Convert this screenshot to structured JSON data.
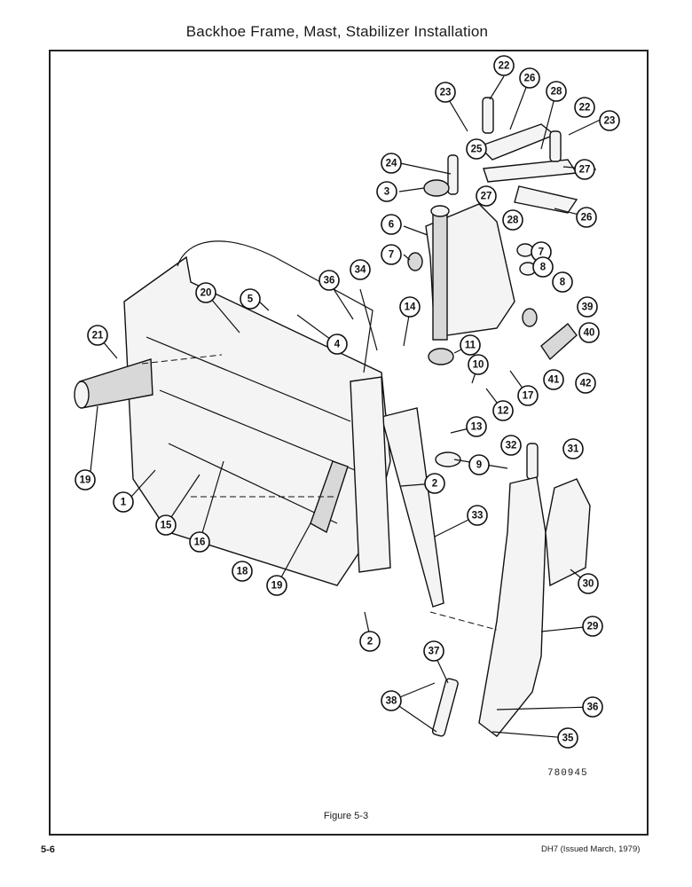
{
  "header": {
    "title": "Backhoe Frame, Mast, Stabilizer Installation"
  },
  "figure": {
    "caption": "Figure 5-3",
    "drawing_number": "780945",
    "callouts": [
      "22",
      "26",
      "23",
      "28",
      "22",
      "23",
      "25",
      "24",
      "27",
      "3",
      "27",
      "28",
      "26",
      "6",
      "7",
      "8",
      "7",
      "5",
      "34",
      "36",
      "20",
      "8",
      "39",
      "14",
      "40",
      "4",
      "11",
      "21",
      "10",
      "17",
      "41",
      "42",
      "12",
      "13",
      "32",
      "31",
      "9",
      "2",
      "1",
      "19",
      "15",
      "33",
      "16",
      "30",
      "18",
      "19",
      "29",
      "2",
      "37",
      "36",
      "38",
      "35"
    ]
  },
  "footer": {
    "page_number": "5-6",
    "document_id": "DH7 (Issued March, 1979)"
  }
}
